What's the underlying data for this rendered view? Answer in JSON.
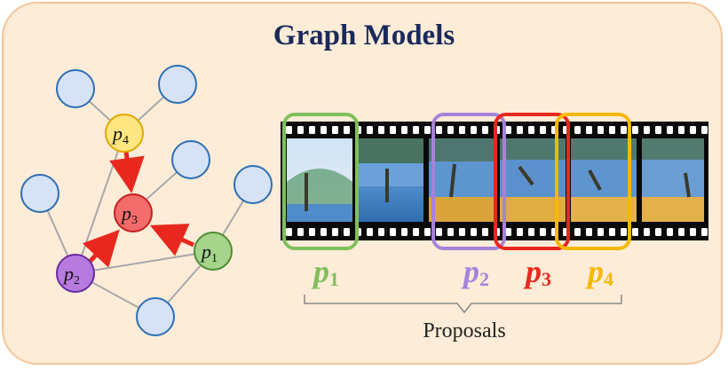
{
  "title": "Graph Models",
  "proposals_label": "Proposals",
  "colors": {
    "p1": "#6aaa4a",
    "p2": "#a07ad6",
    "p3": "#e8281e",
    "p4": "#f5b800",
    "node_fill": "#d6e2f5",
    "node_stroke": "#2d6fb5",
    "arrow": "#e8281e"
  },
  "graph": {
    "nodes": [
      {
        "id": "p4",
        "label": "p",
        "sub": "4"
      },
      {
        "id": "p3",
        "label": "p",
        "sub": "3"
      },
      {
        "id": "p2",
        "label": "p",
        "sub": "2"
      },
      {
        "id": "p1",
        "label": "p",
        "sub": "1"
      }
    ]
  },
  "film_labels": [
    {
      "id": "p1",
      "label": "p",
      "sub": "1"
    },
    {
      "id": "p2",
      "label": "p",
      "sub": "2"
    },
    {
      "id": "p3",
      "label": "p",
      "sub": "3"
    },
    {
      "id": "p4",
      "label": "p",
      "sub": "4"
    }
  ]
}
